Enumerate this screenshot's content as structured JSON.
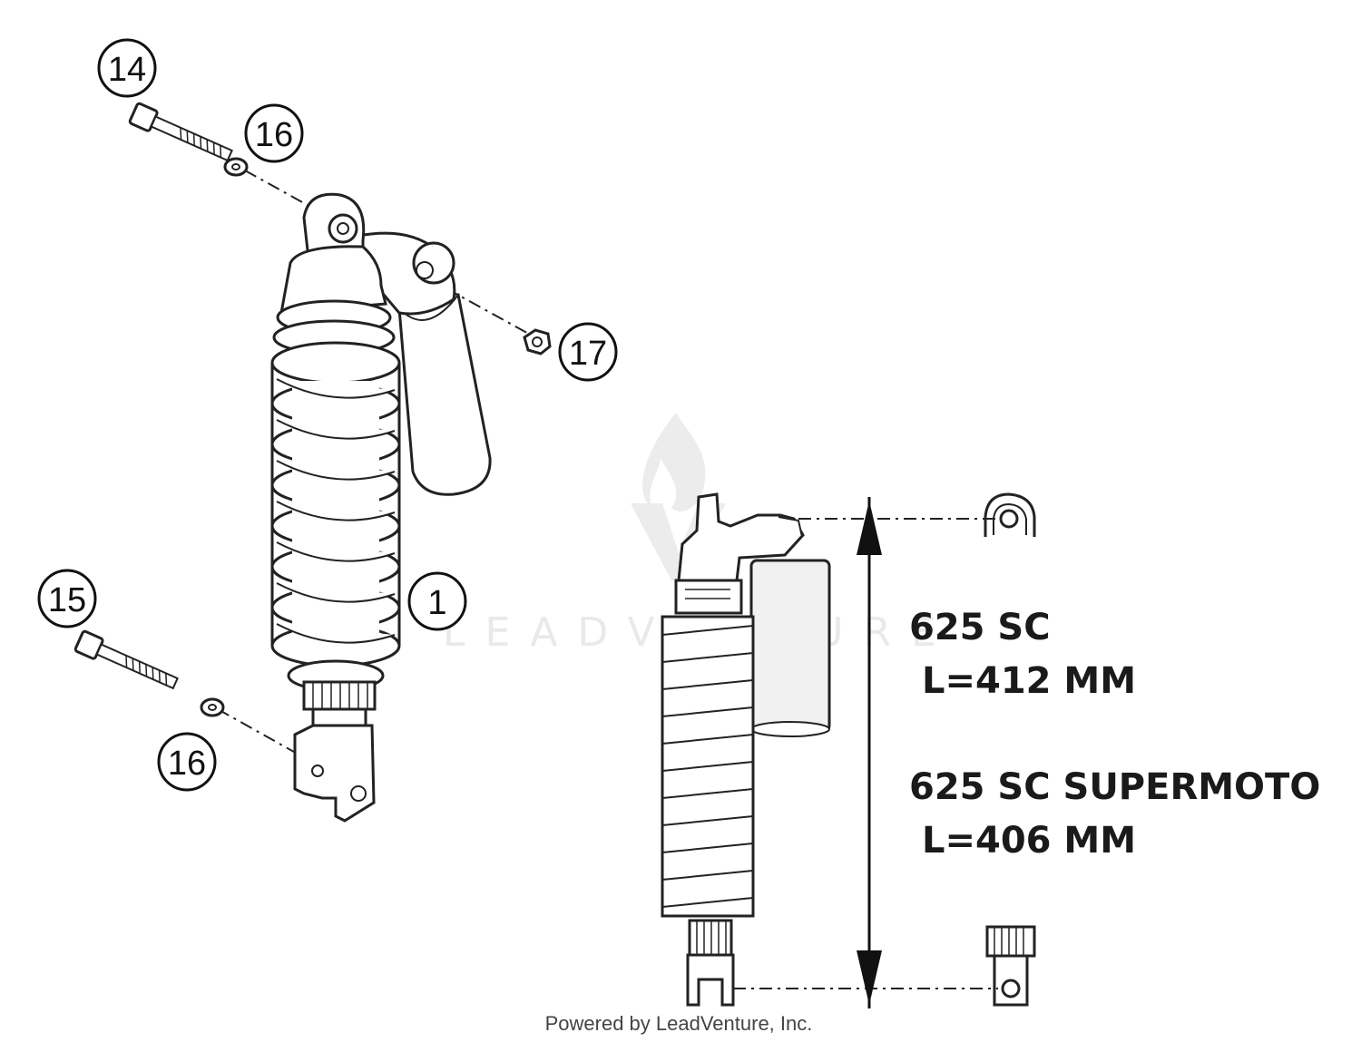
{
  "callouts": {
    "c14": "14",
    "c16_top": "16",
    "c17": "17",
    "c1": "1",
    "c15": "15",
    "c16_bottom": "16"
  },
  "dimension": {
    "model_1": "625 SC",
    "length_1": "L=412 MM",
    "model_2": "625 SC SUPERMOTO",
    "length_2": "L=406 MM"
  },
  "watermark": {
    "text": "LEADVENTURE"
  },
  "credit": "Powered by LeadVenture, Inc."
}
